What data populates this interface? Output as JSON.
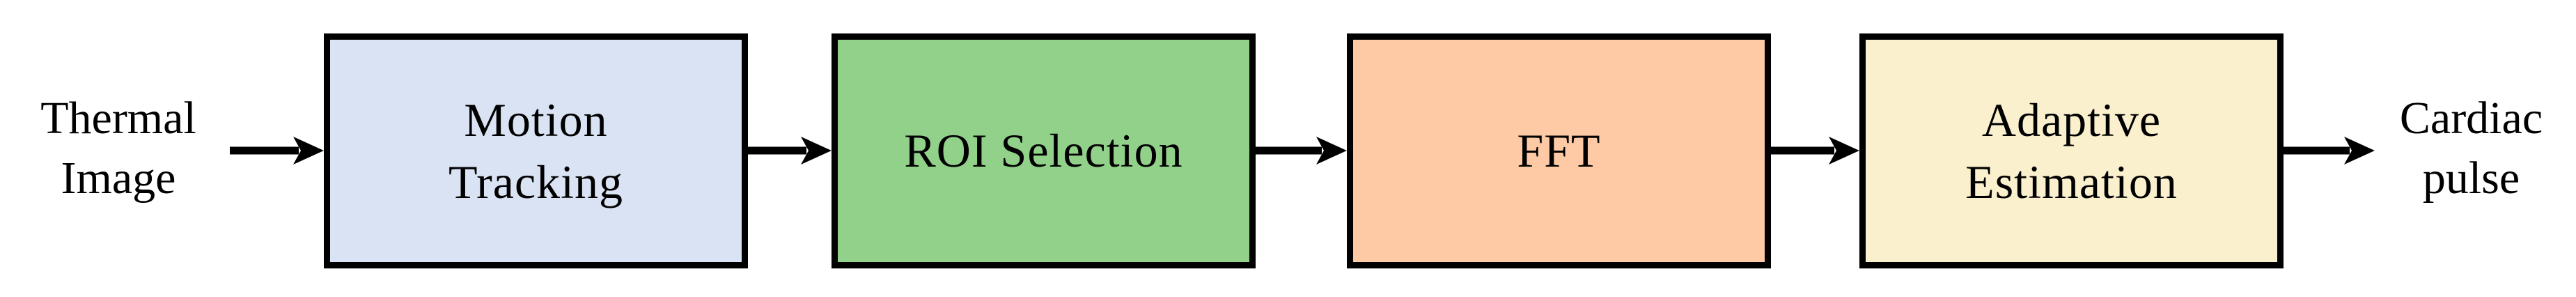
{
  "diagram": {
    "background": "#ffffff",
    "stroke_color": "#000000",
    "text_color": "#000000",
    "input_label": "Thermal\nImage",
    "output_label": "Cardiac\npulse",
    "nodes": [
      {
        "id": "motion-tracking",
        "label": "Motion\nTracking",
        "fill": "#dae3f3"
      },
      {
        "id": "roi-selection",
        "label": "ROI Selection",
        "fill": "#92d18a"
      },
      {
        "id": "fft",
        "label": "FFT",
        "fill": "#fdcaa5"
      },
      {
        "id": "adaptive-estimation",
        "label": "Adaptive\nEstimation",
        "fill": "#faf0cd"
      }
    ]
  }
}
